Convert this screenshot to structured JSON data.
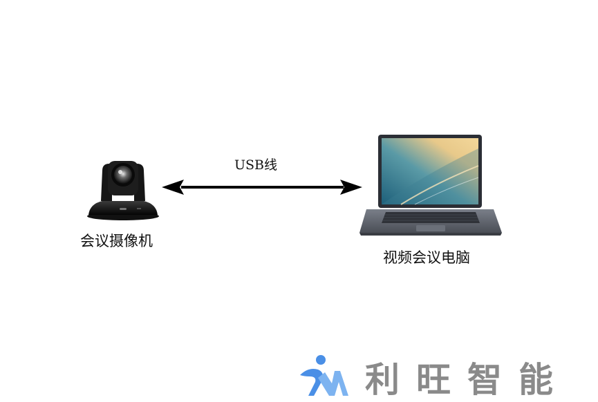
{
  "diagram": {
    "nodes": {
      "camera": {
        "label": "会议摄像机"
      },
      "laptop": {
        "label": "视频会议电脑"
      }
    },
    "edge": {
      "label": "USB线",
      "direction": "bidirectional",
      "color": "#000000"
    }
  },
  "brand": {
    "text": "利旺智能",
    "text_color": "#8a8a8a",
    "logo_colors": [
      "#4a8fe6",
      "#7db3f0"
    ]
  }
}
